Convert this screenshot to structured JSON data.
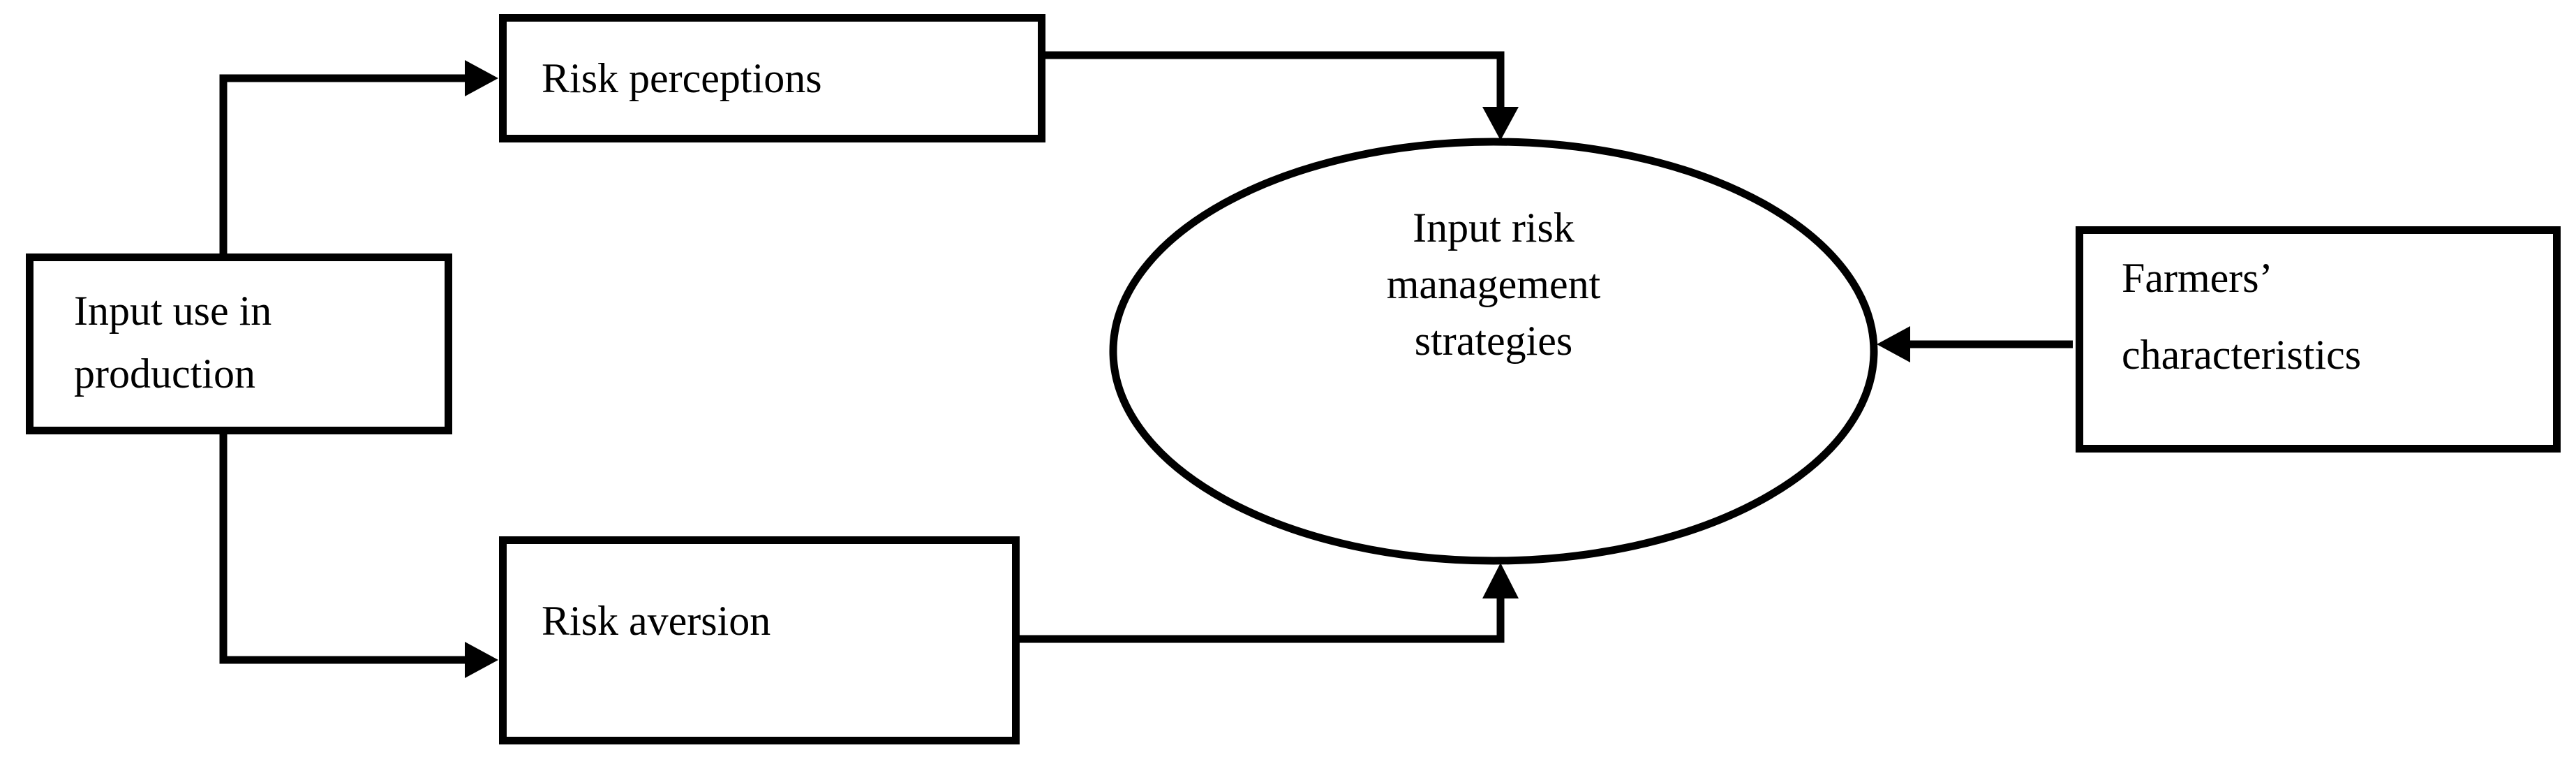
{
  "nodes": {
    "input_use": {
      "lines": [
        "Input use in",
        "production"
      ]
    },
    "risk_perceptions": {
      "label": "Risk perceptions"
    },
    "risk_aversion": {
      "label": "Risk aversion"
    },
    "strategies": {
      "lines": [
        "Input risk",
        "management",
        "strategies"
      ]
    },
    "farmers_characteristics": {
      "lines": [
        "Farmers’",
        "characteristics"
      ]
    }
  },
  "edges": [
    {
      "from": "input_use",
      "to": "risk_perceptions"
    },
    {
      "from": "input_use",
      "to": "risk_aversion"
    },
    {
      "from": "risk_perceptions",
      "to": "strategies"
    },
    {
      "from": "risk_aversion",
      "to": "strategies"
    },
    {
      "from": "farmers_characteristics",
      "to": "strategies"
    }
  ],
  "colors": {
    "background": "#ffffff",
    "stroke": "#000000",
    "text": "#000000"
  }
}
